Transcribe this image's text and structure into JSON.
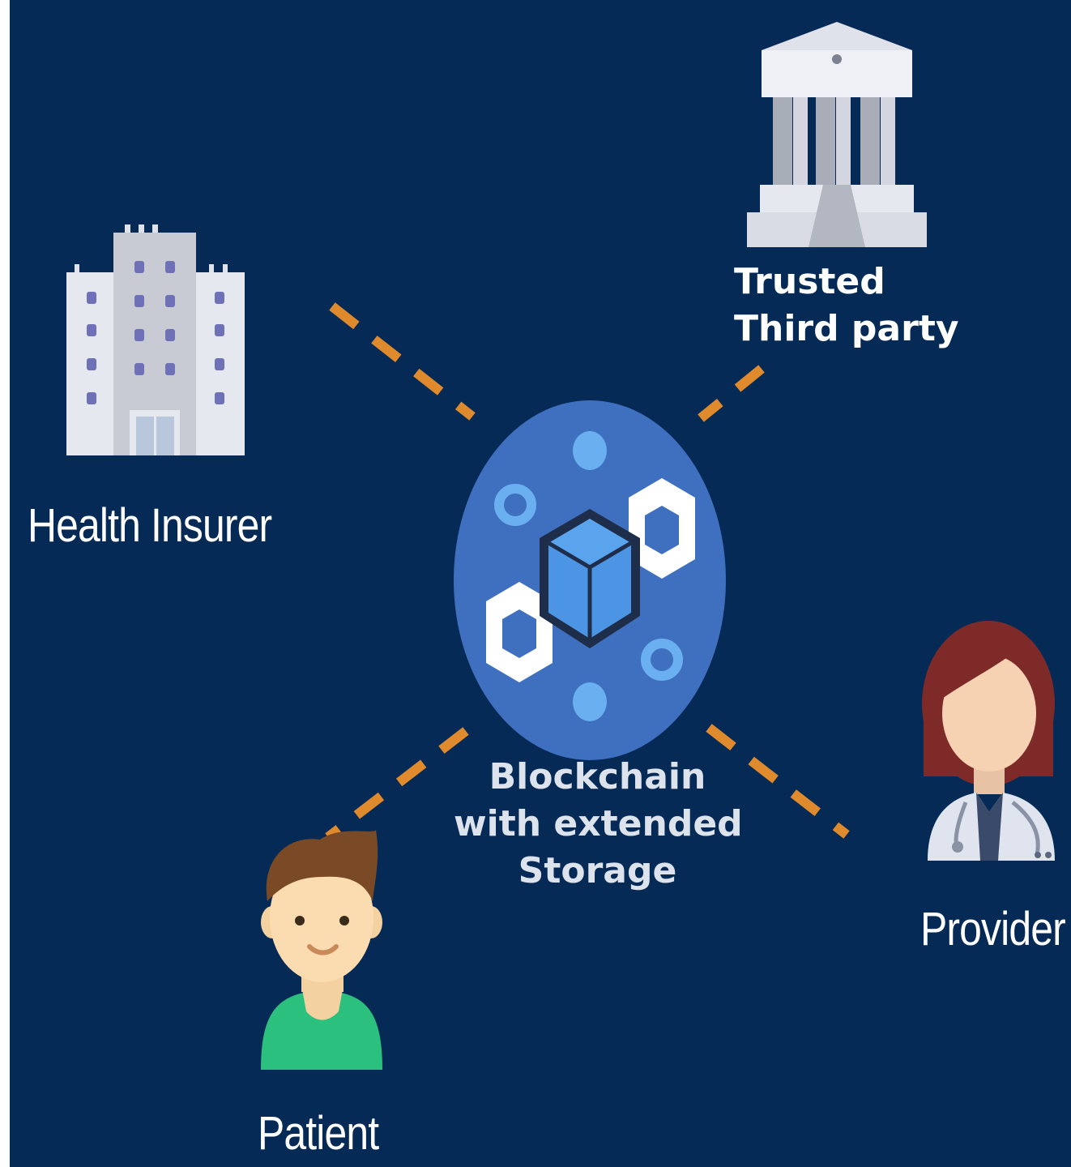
{
  "nodes": {
    "health_insurer": {
      "label": "Health Insurer",
      "icon": "hospital-building-icon"
    },
    "trusted_third_party": {
      "label_line1": "Trusted",
      "label_line2": "Third party",
      "icon": "bank-building-icon"
    },
    "provider": {
      "label": "Provider",
      "icon": "doctor-avatar-icon"
    },
    "patient": {
      "label": "Patient",
      "icon": "patient-avatar-icon"
    },
    "blockchain": {
      "label_line1": "Blockchain",
      "label_line2": "with extended",
      "label_line3": "Storage",
      "icon": "blockchain-cube-icon"
    }
  },
  "connections": [
    {
      "from": "health_insurer",
      "to": "blockchain",
      "style": "dashed"
    },
    {
      "from": "trusted_third_party",
      "to": "blockchain",
      "style": "dashed"
    },
    {
      "from": "patient",
      "to": "blockchain",
      "style": "dashed"
    },
    {
      "from": "provider",
      "to": "blockchain",
      "style": "dashed"
    }
  ],
  "colors": {
    "background": "#062a56",
    "connector": "#e08a2e",
    "blockchain_disc": "#3f6fbf",
    "label_text": "#ffffff",
    "blockchain_label_text": "#dde3ec"
  }
}
